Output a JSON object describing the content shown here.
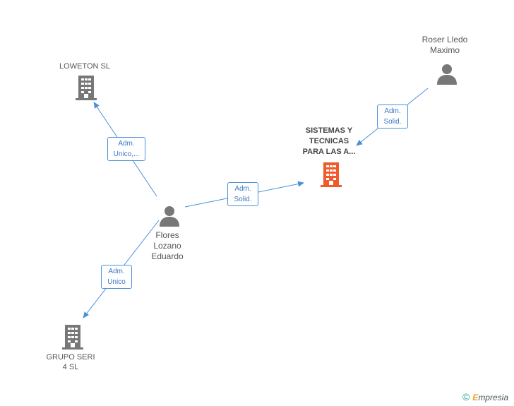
{
  "nodes": {
    "loweton": {
      "label": "LOWETON SL",
      "type": "company",
      "color": "#777777"
    },
    "grupo_seri": {
      "label_line1": "GRUPO SERI",
      "label_line2": "4 SL",
      "type": "company",
      "color": "#777777"
    },
    "sistemas": {
      "label_line1": "SISTEMAS Y",
      "label_line2": "TECNICAS",
      "label_line3": "PARA LAS A...",
      "type": "company",
      "color": "#f05a2a"
    },
    "flores": {
      "label_line1": "Flores",
      "label_line2": "Lozano",
      "label_line3": "Eduardo",
      "type": "person",
      "color": "#777777"
    },
    "roser": {
      "label_line1": "Roser Lledo",
      "label_line2": "Maximo",
      "type": "person",
      "color": "#777777"
    }
  },
  "edges": {
    "flores_loweton": {
      "line1": "Adm.",
      "line2": "Unico,..."
    },
    "flores_sistemas": {
      "line1": "Adm.",
      "line2": "Solid."
    },
    "flores_grupo": {
      "line1": "Adm.",
      "line2": "Unico"
    },
    "roser_sistemas": {
      "line1": "Adm.",
      "line2": "Solid."
    }
  },
  "footer": {
    "copyright": "©",
    "brand_first": "E",
    "brand_rest": "mpresia"
  },
  "colors": {
    "edge": "#4a90d9",
    "accent": "#f05a2a",
    "node": "#777777"
  }
}
